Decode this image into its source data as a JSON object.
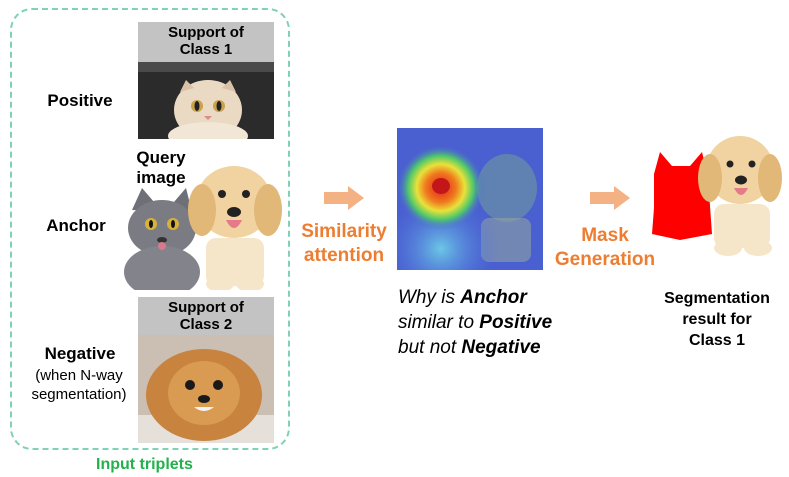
{
  "input_panel": {
    "caption": "Input triplets",
    "rows": {
      "positive": {
        "label": "Positive",
        "support_header_line1": "Support of",
        "support_header_line2": "Class 1",
        "image_icon": "cat-photo"
      },
      "anchor": {
        "label": "Anchor",
        "query_line1": "Query",
        "query_line2": "image",
        "image_icon": "cat-and-dog-photo"
      },
      "negative": {
        "label": "Negative",
        "note_line1": "(when N-way",
        "note_line2": "segmentation)",
        "support_header_line1": "Support of",
        "support_header_line2": "Class 2",
        "image_icon": "pomeranian-photo"
      }
    }
  },
  "step1": {
    "line1": "Similarity",
    "line2": "attention",
    "arrow_icon": "right-arrow-icon"
  },
  "heatmap": {
    "image_icon": "attention-heatmap"
  },
  "explanation": {
    "line1_prefix": "Why is ",
    "line1_bold": "Anchor",
    "line2_prefix": "similar to ",
    "line2_bold": "Positive",
    "line3_prefix": "but not ",
    "line3_bold": "Negative"
  },
  "step2": {
    "line1": "Mask",
    "line2": "Generation",
    "arrow_icon": "right-arrow-icon"
  },
  "result": {
    "line1": "Segmentation",
    "line2": "result for",
    "line3": "Class 1",
    "image_icon": "segmentation-mask-photo"
  },
  "colors": {
    "orange": "#ed7d31",
    "arrow": "#f4b183",
    "green": "#22b14c",
    "dashed_border": "#7fd3b4",
    "mask_red": "#ff0000",
    "header_gray": "#c3c3c3"
  }
}
